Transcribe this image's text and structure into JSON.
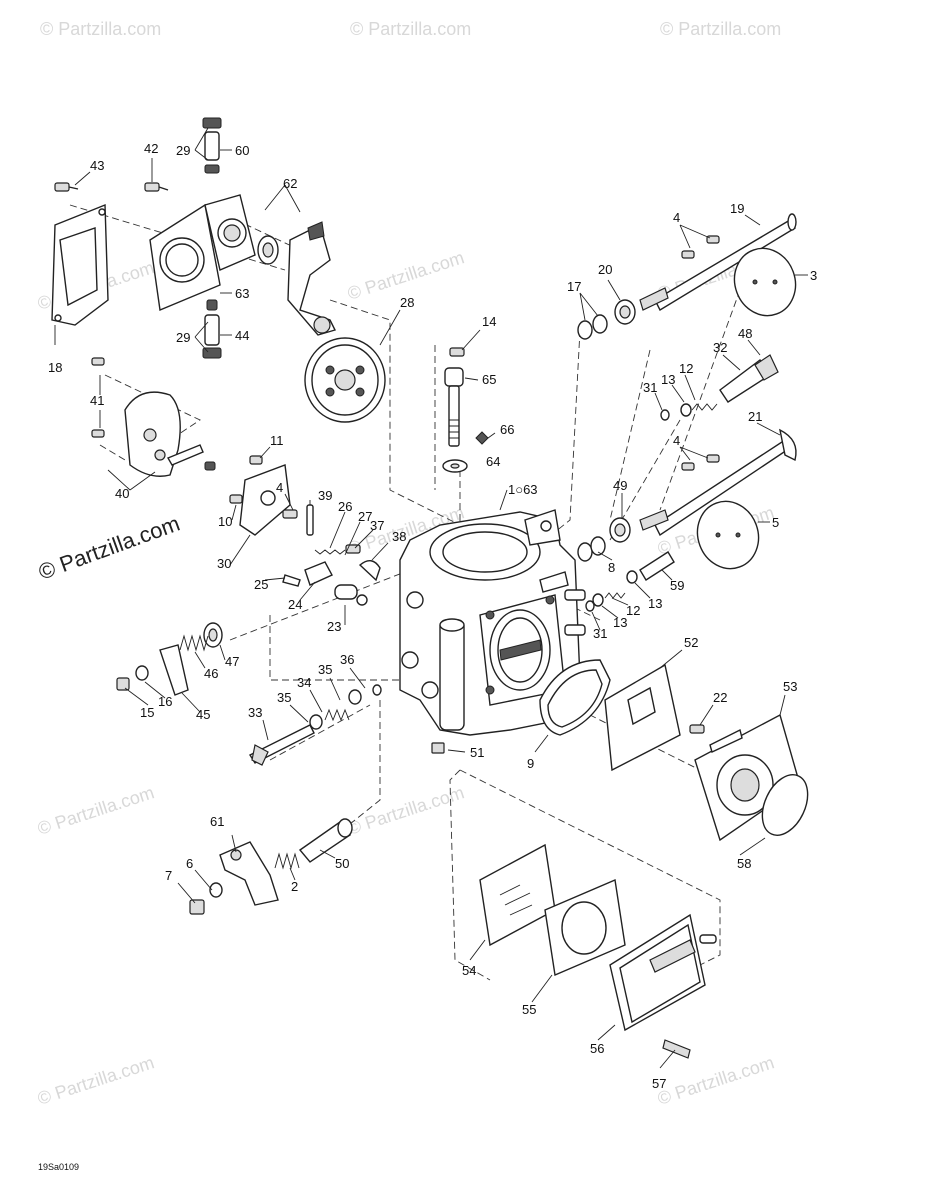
{
  "watermark": {
    "text": "© Partzilla.com",
    "rows": [
      {
        "text": "© Partzilla.com"
      },
      {
        "text": "© Partzilla.com"
      },
      {
        "text": "© Partzilla.com"
      },
      {
        "text": "© Partzilla.com"
      },
      {
        "text": "© Partzilla.com"
      },
      {
        "text": "© Partzilla.com"
      },
      {
        "text": "© Partzilla.com"
      },
      {
        "text": "© Partzilla.com"
      },
      {
        "text": "© Partzilla.com"
      },
      {
        "text": "© Partzilla.com"
      },
      {
        "text": "© Partzilla.com"
      },
      {
        "text": "© Partzilla.com"
      }
    ],
    "prominent": "© Partzilla.com"
  },
  "callouts": {
    "c1": "43",
    "c2": "42",
    "c3": "29",
    "c4": "60",
    "c5": "62",
    "c6": "63",
    "c7": "29",
    "c8": "44",
    "c9": "18",
    "c10": "41",
    "c11": "28",
    "c12": "40",
    "c13": "11",
    "c14": "10",
    "c15": "30",
    "c16": "4",
    "c17": "39",
    "c18": "26",
    "c19": "27",
    "c20": "37",
    "c21": "38",
    "c22": "25",
    "c23": "24",
    "c24": "23",
    "c25": "14",
    "c26": "65",
    "c27": "66",
    "c28": "64",
    "c29": "1○63",
    "c30": "4",
    "c31": "19",
    "c32": "3",
    "c33": "17",
    "c34": "20",
    "c35": "48",
    "c36": "32",
    "c37": "31",
    "c38": "13",
    "c39": "12",
    "c40": "21",
    "c41": "4",
    "c42": "49",
    "c43": "5",
    "c44": "8",
    "c45": "59",
    "c46": "13",
    "c47": "12",
    "c48": "13",
    "c49": "31",
    "c50": "47",
    "c51": "46",
    "c52": "15",
    "c53": "16",
    "c54": "45",
    "c55": "36",
    "c56": "35",
    "c57": "34",
    "c58": "35",
    "c59": "33",
    "c60": "52",
    "c61": "22",
    "c62": "53",
    "c63": "51",
    "c64": "9",
    "c65": "61",
    "c66": "6",
    "c67": "7",
    "c68": "2",
    "c69": "50",
    "c70": "58",
    "c71": "54",
    "c72": "55",
    "c73": "56",
    "c74": "57"
  },
  "drawing_code": "19Sa0109"
}
